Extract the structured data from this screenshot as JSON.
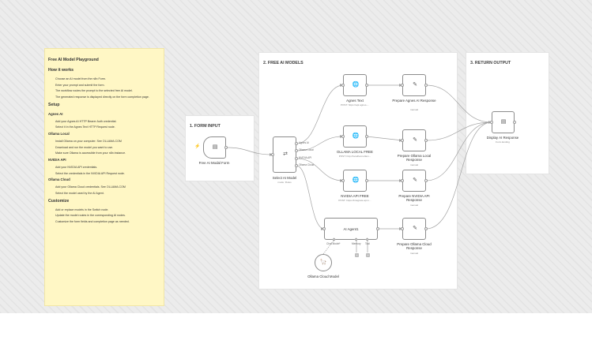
{
  "sticky": {
    "title": "Free AI Model Playground",
    "how_title": "How it works",
    "how_steps": [
      "Choose an AI model from the n8n Form.",
      "Enter your prompt and submit the form.",
      "The workflow routes the prompt to the selected free AI model.",
      "The generated response is displayed directly on the form completion page."
    ],
    "setup_title": "Setup",
    "agnes_title": "Agnes AI",
    "agnes_steps": [
      "Add your Agnes AI HTTP Bearer Auth credential.",
      "Select it in the Agnes Text HTTP Request node."
    ],
    "ollama_local_title": "Ollama Local",
    "ollama_local_steps": [
      "Install Ollama on your computer. See OLLAMA.COM",
      "Download and run the model you want to use.",
      "Make sure Ollama is accessible from your n8n instance."
    ],
    "nvidia_title": "NVIDIA API",
    "nvidia_steps": [
      "Add your NVIDIA API credentials.",
      "Select the credentials in the NVIDIA API Request node."
    ],
    "ollama_cloud_title": "Ollama Cloud",
    "ollama_cloud_steps": [
      "Add your Ollama Cloud credentials. See OLLAMA.COM",
      "Select the model used by the AI Agent."
    ],
    "customize_title": "Customize",
    "customize_steps": [
      "Add or replace models in the Switch node.",
      "Update the model routes in the corresponding AI nodes.",
      "Customize the form fields and completion page as needed."
    ]
  },
  "sections": {
    "form_input": "1. FORM INPUT",
    "free_models": "2. FREE AI MODELS",
    "return_output": "3. RETURN OUTPUT"
  },
  "nodes": {
    "form": {
      "label": "Free AI Modal Form"
    },
    "switch": {
      "label": "Select AI Model",
      "sub": "mode: Rules",
      "outputs": [
        "Agnes AI",
        "Ollama Local",
        "NVIDIA API",
        "Ollama Cloud"
      ]
    },
    "agnes": {
      "label": "Agnes Text",
      "sub": "POST: https://api.agnes-..."
    },
    "ollama_local": {
      "label": "OLLAMA LOCAL FREE",
      "sub": "POST: http://localhost:ollam..."
    },
    "nvidia": {
      "label": "NVIDIA API FREE",
      "sub": "POST: https://integrate.api.n..."
    },
    "agent": {
      "label": "AI Agent1",
      "ports": [
        "Chat Model*",
        "Memory",
        "Tool"
      ]
    },
    "ollama_cloud_model": {
      "label": "Ollama Cloud Model"
    },
    "prep_agnes": {
      "label": "Prepare Agnes AI Response",
      "sub": "manual"
    },
    "prep_ollama_local": {
      "label": "Prepare Ollama Local Response",
      "sub": "manual"
    },
    "prep_nvidia": {
      "label": "Prepare NVIDIA API Response",
      "sub": "manual"
    },
    "prep_ollama_cloud": {
      "label": "Prepare Ollama Cloud Response",
      "sub": "manual"
    },
    "display": {
      "label": "Display AI Response",
      "sub": "Form Ending"
    }
  },
  "icons": {
    "trigger": "lightning-icon",
    "form": "form-icon",
    "switch": "switch-icon",
    "http": "globe-icon",
    "agent": "robot-icon",
    "set": "pen-icon",
    "display": "form-icon",
    "llm": "ollama-icon"
  },
  "colors": {
    "accent": "#ff6d5a",
    "sticky": "#fff7c5",
    "wire": "#a3a3a3"
  }
}
